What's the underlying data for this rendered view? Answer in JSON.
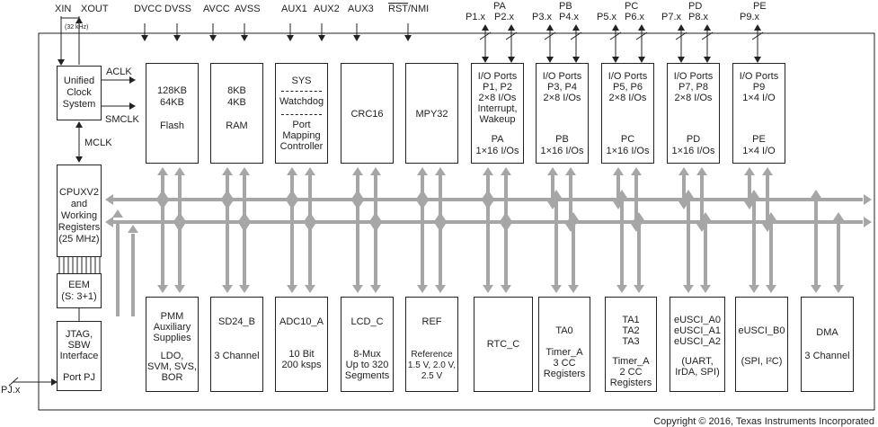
{
  "clock_pins": {
    "xin": "XIN",
    "xout": "XOUT",
    "crystal": "(32 kHz)"
  },
  "top_pins": {
    "dvcc": "DVCC",
    "dvss": "DVSS",
    "avcc": "AVCC",
    "avss": "AVSS",
    "aux1": "AUX1",
    "aux2": "AUX2",
    "aux3": "AUX3",
    "rst_over": "RST",
    "rst_rest": "/NMI"
  },
  "ports_top": {
    "pa": "PA",
    "pb": "PB",
    "pc": "PC",
    "pd": "PD",
    "pe": "PE",
    "p1": "P1.x",
    "p2": "P2.x",
    "p3": "P3.x",
    "p4": "P4.x",
    "p5": "P5.x",
    "p6": "P6.x",
    "p7": "P7.x",
    "p8": "P8.x",
    "p9": "P9.x"
  },
  "ucs": {
    "lines": [
      "Unified",
      "Clock",
      "System"
    ],
    "aclk": "ACLK",
    "smclk": "SMCLK",
    "mclk": "MCLK"
  },
  "flash": {
    "lines": [
      "128KB",
      "64KB",
      "",
      "Flash"
    ]
  },
  "ram": {
    "lines": [
      "8KB",
      "4KB",
      "",
      "RAM"
    ]
  },
  "sys": {
    "sys": "SYS",
    "watchdog": "Watchdog",
    "pm_lines": [
      "Port",
      "Mapping",
      "Controller"
    ]
  },
  "crc": {
    "label": "CRC16"
  },
  "mpy": {
    "label": "MPY32"
  },
  "port_pa": {
    "lines": [
      "I/O Ports",
      "P1, P2",
      "2×8 I/Os",
      "Interrupt,",
      "Wakeup",
      "",
      "PA",
      "1×16 I/Os"
    ]
  },
  "port_pb": {
    "lines": [
      "I/O Ports",
      "P3, P4",
      "2×8 I/Os",
      "",
      "",
      "",
      "PB",
      "1×16 I/Os"
    ]
  },
  "port_pc": {
    "lines": [
      "I/O Ports",
      "P5, P6",
      "2×8 I/Os",
      "",
      "",
      "",
      "PC",
      "1×16 I/Os"
    ]
  },
  "port_pd": {
    "lines": [
      "I/O Ports",
      "P7, P8",
      "2×8 I/Os",
      "",
      "",
      "",
      "PD",
      "1×16 I/Os"
    ]
  },
  "port_pe": {
    "lines": [
      "I/O Ports",
      "P9",
      "1×4 I/O",
      "",
      "",
      "",
      "PE",
      "1×4 I/O"
    ]
  },
  "cpu": {
    "lines": [
      "CPUXV2",
      "and",
      "Working",
      "Registers",
      "(25 MHz)"
    ]
  },
  "eem": {
    "lines": [
      "EEM",
      "(S: 3+1)"
    ]
  },
  "jtag": {
    "lines": [
      "JTAG,",
      "SBW",
      "Interface",
      "",
      "Port PJ"
    ],
    "pin": "PJ.x"
  },
  "pmm": {
    "lines": [
      "PMM",
      "Auxiliary",
      "Supplies",
      "",
      "LDO,",
      "SVM, SVS,",
      "BOR"
    ]
  },
  "sd24": {
    "lines": [
      "SD24_B",
      "",
      "3 Channel"
    ]
  },
  "adc": {
    "lines": [
      "ADC10_A",
      "",
      "10 Bit",
      "200 ksps"
    ]
  },
  "lcd": {
    "lines": [
      "LCD_C",
      "",
      "8-Mux",
      "Up to 320",
      "Segments"
    ]
  },
  "ref": {
    "lines": [
      "REF",
      "",
      "Reference",
      "1.5 V, 2.0 V,",
      "2.5 V"
    ]
  },
  "rtc": {
    "label": "RTC_C"
  },
  "ta0": {
    "lines": [
      "TA0",
      "",
      "Timer_A",
      "3 CC",
      "Registers"
    ]
  },
  "ta123": {
    "lines": [
      "TA1",
      "TA2",
      "TA3",
      "",
      "Timer_A",
      "2 CC",
      "Registers"
    ]
  },
  "usci_a": {
    "lines": [
      "eUSCI_A0",
      "eUSCI_A1",
      "eUSCI_A2",
      "",
      "(UART,",
      "IrDA, SPI)"
    ]
  },
  "usci_b": {
    "lines": [
      "eUSCI_B0",
      "",
      "(SPI, I²C)"
    ]
  },
  "dma": {
    "lines": [
      "DMA",
      "",
      "3 Channel"
    ]
  },
  "copyright": "Copyright © 2016, Texas Instruments Incorporated",
  "colors": {
    "bus": "#a6a6a6",
    "line": "#222222"
  }
}
